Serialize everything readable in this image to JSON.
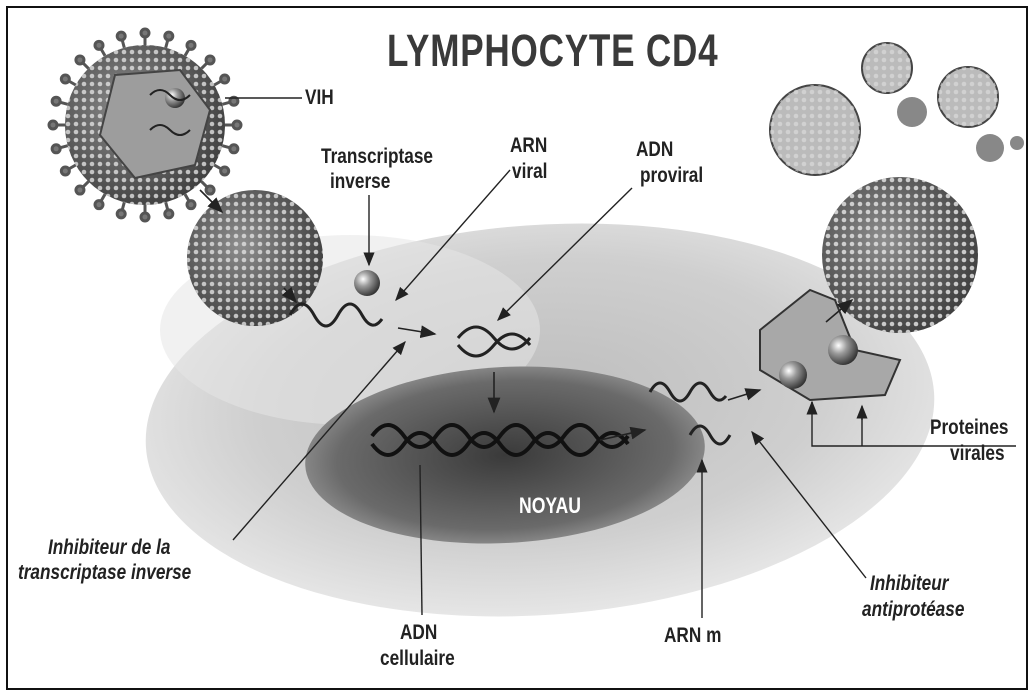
{
  "title": "LYMPHOCYTE CD4",
  "labels": {
    "vih": "VIH",
    "transcriptase_line1": "Transcriptase",
    "transcriptase_line2": "inverse",
    "arn_viral_line1": "ARN",
    "arn_viral_line2": "viral",
    "adn_proviral_line1": "ADN",
    "adn_proviral_line2": "proviral",
    "proteines_line1": "Proteines",
    "proteines_line2": "virales",
    "noyau": "NOYAU",
    "inhibiteur_ti_line1": "Inhibiteur de la",
    "inhibiteur_ti_line2": "transcriptase inverse",
    "adn_cellulaire_line1": "ADN",
    "adn_cellulaire_line2": "cellulaire",
    "arn_m": "ARN m",
    "inhibiteur_ap_line1": "Inhibiteur",
    "inhibiteur_ap_line2": "antiprotéase"
  },
  "colors": {
    "cell": "#c9c9c9",
    "nucleus": "#4a4a4a",
    "virus_shell": "#5a5a5a",
    "virus_core": "#8a8a8a",
    "ink": "#222222"
  }
}
